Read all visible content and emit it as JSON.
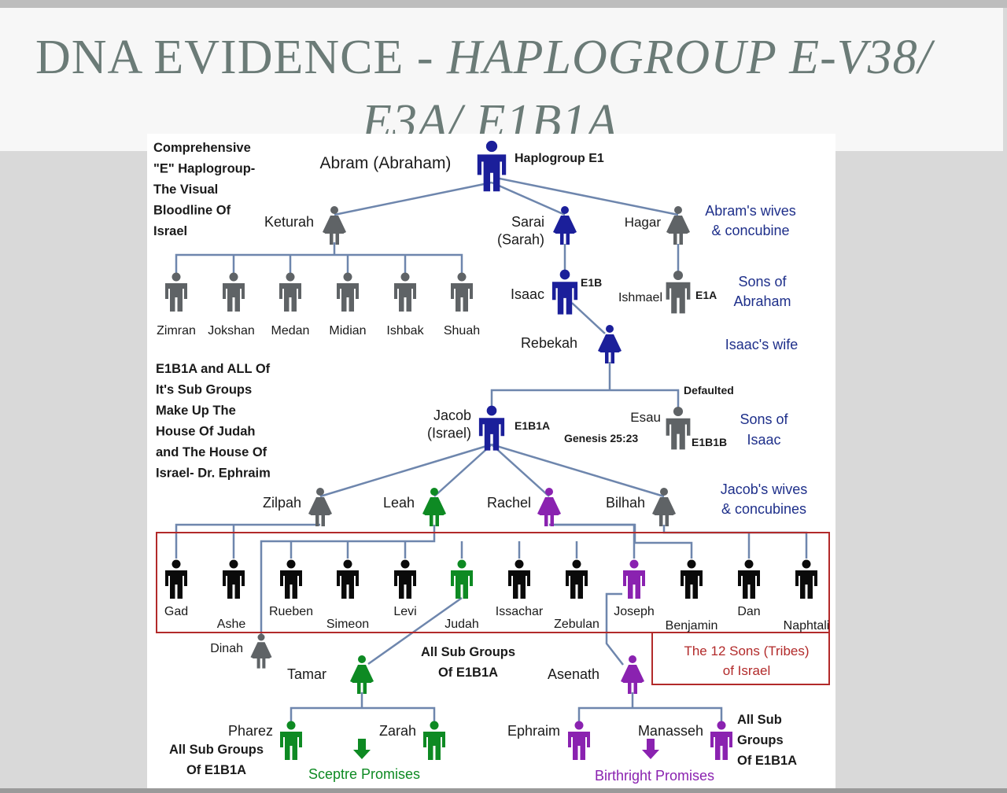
{
  "slide": {
    "title_line1_plain": "DNA EVIDENCE - ",
    "title_line1_italic": "HAPLOGROUP E-V38/",
    "title_line2_italic": "E3A/ E1B1A"
  },
  "colors": {
    "line": "#6e86ad",
    "navy": "#1b1f9a",
    "gray": "#5f6366",
    "black": "#0a0a0a",
    "green": "#0e8a23",
    "purple": "#8a22b0",
    "red": "#b22a2a",
    "blue_text": "#1e2f8a"
  },
  "people": [
    {
      "id": "abram",
      "label": "Abram (Abraham)",
      "gender": "male",
      "color": "navy"
    },
    {
      "id": "keturah",
      "label": "Keturah",
      "gender": "female",
      "color": "gray"
    },
    {
      "id": "sarai",
      "label": "Sarai\n(Sarah)",
      "gender": "female",
      "color": "navy"
    },
    {
      "id": "hagar",
      "label": "Hagar",
      "gender": "female",
      "color": "gray"
    },
    {
      "id": "zimran",
      "label": "Zimran",
      "gender": "male",
      "color": "gray"
    },
    {
      "id": "jokshan",
      "label": "Jokshan",
      "gender": "male",
      "color": "gray"
    },
    {
      "id": "medan",
      "label": "Medan",
      "gender": "male",
      "color": "gray"
    },
    {
      "id": "midian",
      "label": "Midian",
      "gender": "male",
      "color": "gray"
    },
    {
      "id": "ishbak",
      "label": "Ishbak",
      "gender": "male",
      "color": "gray"
    },
    {
      "id": "shuah",
      "label": "Shuah",
      "gender": "male",
      "color": "gray"
    },
    {
      "id": "isaac",
      "label": "Isaac",
      "gender": "male",
      "color": "navy"
    },
    {
      "id": "ishmael",
      "label": "Ishmael",
      "gender": "male",
      "color": "gray"
    },
    {
      "id": "rebekah",
      "label": "Rebekah",
      "gender": "female",
      "color": "navy"
    },
    {
      "id": "jacob",
      "label": "Jacob\n(Israel)",
      "gender": "male",
      "color": "navy"
    },
    {
      "id": "esau",
      "label": "Esau",
      "gender": "male",
      "color": "gray"
    },
    {
      "id": "zilpah",
      "label": "Zilpah",
      "gender": "female",
      "color": "gray"
    },
    {
      "id": "leah",
      "label": "Leah",
      "gender": "female",
      "color": "green"
    },
    {
      "id": "rachel",
      "label": "Rachel",
      "gender": "female",
      "color": "purple"
    },
    {
      "id": "bilhah",
      "label": "Bilhah",
      "gender": "female",
      "color": "gray"
    },
    {
      "id": "gad",
      "label": "Gad",
      "gender": "male",
      "color": "black"
    },
    {
      "id": "ashe",
      "label": "Ashe",
      "gender": "male",
      "color": "black"
    },
    {
      "id": "rueben",
      "label": "Rueben",
      "gender": "male",
      "color": "black"
    },
    {
      "id": "simeon",
      "label": "Simeon",
      "gender": "male",
      "color": "black"
    },
    {
      "id": "levi",
      "label": "Levi",
      "gender": "male",
      "color": "black"
    },
    {
      "id": "judah",
      "label": "Judah",
      "gender": "male",
      "color": "green"
    },
    {
      "id": "issachar",
      "label": "Issachar",
      "gender": "male",
      "color": "black"
    },
    {
      "id": "zebulan",
      "label": "Zebulan",
      "gender": "male",
      "color": "black"
    },
    {
      "id": "joseph",
      "label": "Joseph",
      "gender": "male",
      "color": "purple"
    },
    {
      "id": "benjamin",
      "label": "Benjamin",
      "gender": "male",
      "color": "black"
    },
    {
      "id": "dan",
      "label": "Dan",
      "gender": "male",
      "color": "black"
    },
    {
      "id": "naphtali",
      "label": "Naphtali",
      "gender": "male",
      "color": "black"
    },
    {
      "id": "dinah",
      "label": "Dinah",
      "gender": "female",
      "color": "gray"
    },
    {
      "id": "tamar",
      "label": "Tamar",
      "gender": "female",
      "color": "green"
    },
    {
      "id": "asenath",
      "label": "Asenath",
      "gender": "female",
      "color": "purple"
    },
    {
      "id": "pharez",
      "label": "Pharez",
      "gender": "male",
      "color": "green"
    },
    {
      "id": "zarah",
      "label": "Zarah",
      "gender": "male",
      "color": "green"
    },
    {
      "id": "ephraim",
      "label": "Ephraim",
      "gender": "male",
      "color": "purple"
    },
    {
      "id": "manasseh",
      "label": "Manasseh",
      "gender": "male",
      "color": "purple"
    }
  ],
  "haplogroup_tags": {
    "abram": "Haplogroup E1",
    "isaac": "E1B",
    "ishmael": "E1A",
    "jacob": "E1B1A",
    "esau": "E1B1B",
    "esau_defaulted": "Defaulted",
    "genesis_ref": "Genesis 25:23"
  },
  "side_notes": {
    "abram_wives": "Abram's wives\n& concubine",
    "sons_of_abraham": "Sons of\nAbraham",
    "isaacs_wife": "Isaac's wife",
    "sons_of_isaac": "Sons of\nIsaac",
    "jacobs_wives": "Jacob's wives\n& concubines",
    "twelve_sons": "The 12 Sons (Tribes)\nof Israel"
  },
  "bold_notes": {
    "comprehensive": "Comprehensive\n\"E\" Haplogroup-\nThe Visual\nBloodline Of\nIsrael",
    "e1b1a_house": "E1B1A and ALL Of\nIt's Sub Groups\nMake Up The\nHouse Of Judah\nand The House Of\nIsrael- Dr. Ephraim",
    "sub_groups_mid": "All Sub Groups\nOf E1B1A",
    "sub_groups_left": "All Sub Groups\nOf E1B1A",
    "sub_groups_right": "All Sub\nGroups\nOf E1B1A"
  },
  "promises": {
    "sceptre": "Sceptre Promises",
    "birthright": "Birthright Promises"
  }
}
